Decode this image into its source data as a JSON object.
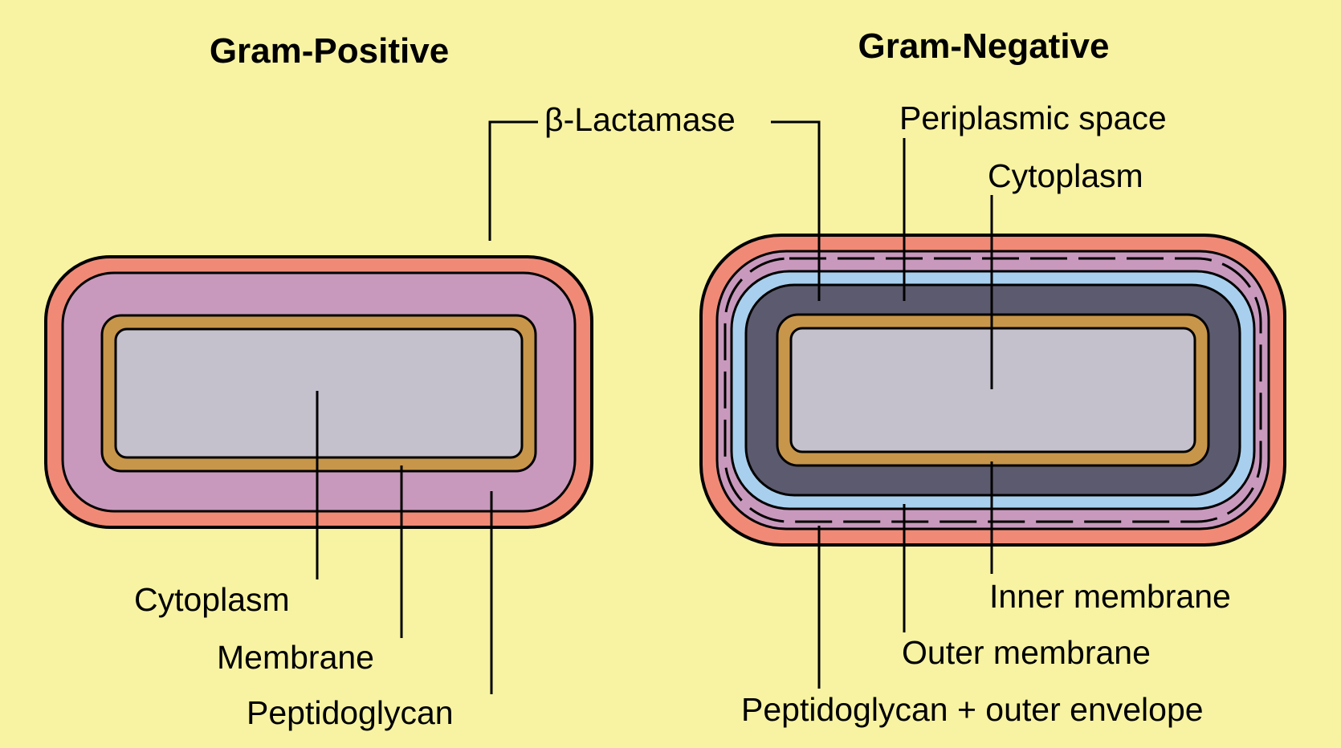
{
  "gram_positive": {
    "title": "Gram-Positive",
    "labels": {
      "cytoplasm": "Cytoplasm",
      "membrane": "Membrane",
      "peptidoglycan": "Peptidoglycan"
    }
  },
  "gram_negative": {
    "title": "Gram-Negative",
    "labels": {
      "periplasmic_space": "Periplasmic space",
      "cytoplasm": "Cytoplasm",
      "inner_membrane": "Inner membrane",
      "outer_membrane": "Outer membrane",
      "peptidoglycan_outer_envelope": "Peptidoglycan + outer envelope"
    }
  },
  "shared": {
    "beta_lactamase": "β-Lactamase"
  },
  "colors": {
    "background": "#f7f3a2",
    "outer_envelope": "#f08a76",
    "peptidoglycan": "#c899bd",
    "membrane": "#c8964a",
    "cytoplasm": "#c4c0cc",
    "periplasmic_space": "#5c5a6e",
    "outer_membrane": "#a8d0ee"
  }
}
